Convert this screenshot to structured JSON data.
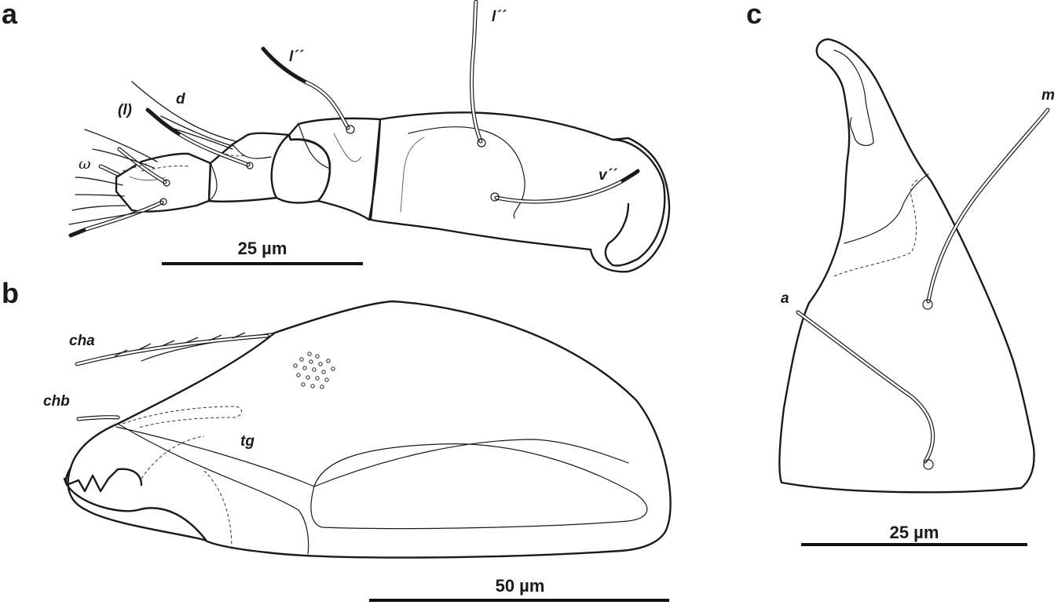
{
  "panels": {
    "a": {
      "letter": "a",
      "labels": {
        "l_dd_basal": "l´´",
        "l_dd_apical": "l´´",
        "d": "d",
        "l_paren": "(l)",
        "omega": "ω",
        "v_dd": "v´´"
      },
      "scale": "25 µm"
    },
    "b": {
      "letter": "b",
      "labels": {
        "cha": "cha",
        "chb": "chb",
        "tg": "tg"
      },
      "scale": "50 µm"
    },
    "c": {
      "letter": "c",
      "labels": {
        "m": "m",
        "a": "a"
      },
      "scale": "25 µm"
    }
  }
}
